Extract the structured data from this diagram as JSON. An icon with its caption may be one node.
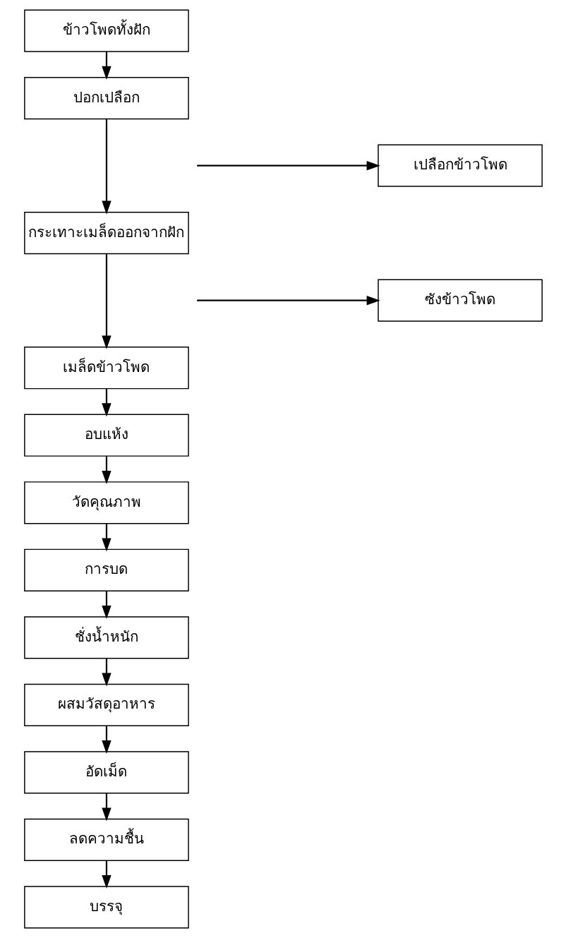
{
  "diagram": {
    "nodes": [
      {
        "text": [
          "ข้าวโพดทั้งฝัก"
        ]
      },
      {
        "text": [
          "ปอกเปลือก"
        ]
      },
      {
        "text": [
          "กระเทาะเมล็ดออกจากฝัก"
        ]
      },
      {
        "text": [
          "เมล็ดข้าวโพด"
        ]
      },
      {
        "text": [
          "อบแห้ง"
        ]
      },
      {
        "text": [
          "วัดคุณภาพ"
        ]
      },
      {
        "text": [
          "การบด"
        ]
      },
      {
        "text": [
          "ชั่งน้ำหนัก"
        ]
      },
      {
        "text": [
          "ผสมวัสดุอาหาร"
        ]
      },
      {
        "text": [
          "อัดเม็ด"
        ]
      },
      {
        "text": [
          "ลดความชื้น"
        ]
      },
      {
        "text": [
          "บรรจุ"
        ]
      },
      {
        "text": [
          "เปลือกข้าวโพด"
        ]
      },
      {
        "text": [
          "ซังข้าวโพด"
        ]
      }
    ],
    "edges": [
      {
        "from": 0,
        "to": 1,
        "arrow": "to"
      },
      {
        "from": 1,
        "to": 2,
        "arrow": "to"
      },
      {
        "from": 2,
        "to": 3,
        "arrow": "to"
      },
      {
        "from": 3,
        "to": 4,
        "arrow": "to"
      },
      {
        "from": 4,
        "to": 5,
        "arrow": "to"
      },
      {
        "from": 5,
        "to": 6,
        "arrow": "to"
      },
      {
        "from": 6,
        "to": 7,
        "arrow": "to"
      },
      {
        "from": 7,
        "to": 8,
        "arrow": "to"
      },
      {
        "from": 8,
        "to": 9,
        "arrow": "to"
      },
      {
        "from": 9,
        "to": 10,
        "arrow": "to"
      },
      {
        "from": 10,
        "to": 11,
        "arrow": "to"
      },
      {
        "from": null,
        "to": 12,
        "arrow": "to"
      },
      {
        "from": null,
        "to": 13,
        "arrow": "to"
      }
    ]
  }
}
